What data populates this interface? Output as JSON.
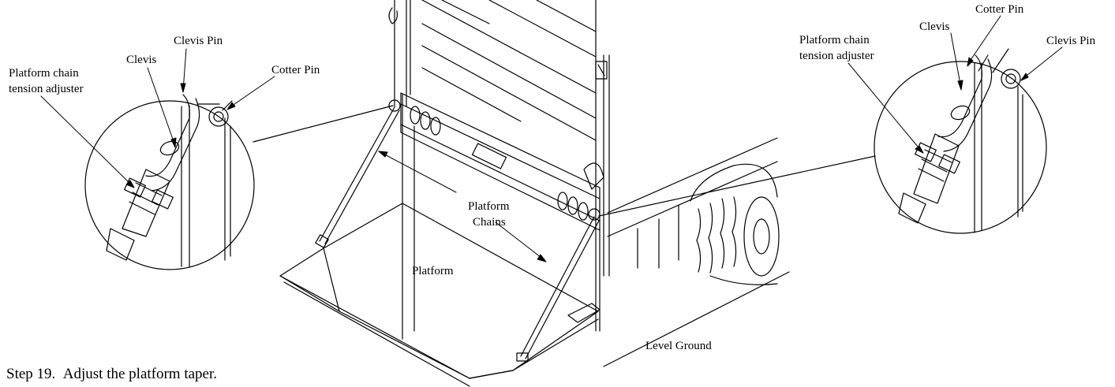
{
  "step": {
    "number": "Step 19.",
    "text": "Adjust the platform taper."
  },
  "left_callout": {
    "clevis_pin": "Clevis Pin",
    "clevis": "Clevis",
    "cotter_pin": "Cotter Pin",
    "adjuster_line1": "Platform chain",
    "adjuster_line2": "tension adjuster"
  },
  "right_callout": {
    "cotter_pin": "Cotter Pin",
    "clevis": "Clevis",
    "clevis_pin": "Clevis Pin",
    "adjuster_line1": "Platform chain",
    "adjuster_line2": "tension adjuster"
  },
  "center": {
    "chains_line1": "Platform",
    "chains_line2": "Chains",
    "platform": "Platform",
    "level_ground": "Level Ground"
  },
  "colors": {
    "ink": "#000000",
    "paper": "#ffffff"
  }
}
